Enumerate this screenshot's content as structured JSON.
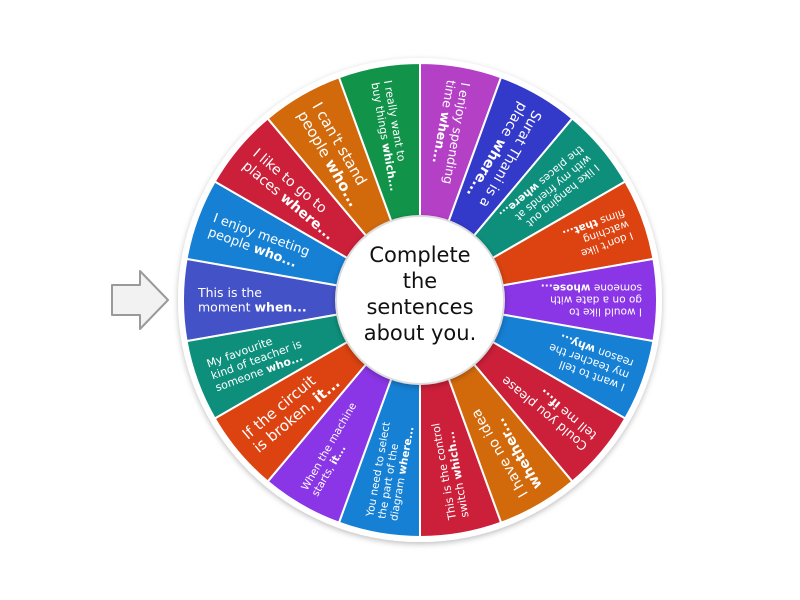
{
  "title": "Complete the sentences about you.",
  "center_lines": [
    "Complete",
    "the",
    "sentences",
    "about you."
  ],
  "pointer": {
    "icon": "arrow-right-icon"
  },
  "segments": [
    {
      "lines": [
        "This is the",
        "moment when..."
      ],
      "bold": "when...",
      "color": "#4452c8",
      "size": 12.5
    },
    {
      "lines": [
        "I enjoy meeting",
        "people who..."
      ],
      "bold": "who...",
      "color": "#1680d4",
      "size": 13
    },
    {
      "lines": [
        "I like to go to",
        "places where..."
      ],
      "bold": "where...",
      "color": "#cc1f3a",
      "size": 14
    },
    {
      "lines": [
        "I can't stand",
        "people who..."
      ],
      "bold": "who...",
      "color": "#d26a0c",
      "size": 15
    },
    {
      "lines": [
        "I really want to",
        "buy things which..."
      ],
      "bold": "which...",
      "color": "#11934a",
      "size": 11
    },
    {
      "lines": [
        "I enjoy spending",
        "time when..."
      ],
      "bold": "when...",
      "color": "#b440c6",
      "size": 12.5
    },
    {
      "lines": [
        "Surat Thani is a",
        "place where..."
      ],
      "bold": "where...",
      "color": "#3339c9",
      "size": 14
    },
    {
      "lines": [
        "I like hanging out",
        "with my friends at",
        "the places where..."
      ],
      "bold": "where...",
      "color": "#0e8f7c",
      "size": 10.5
    },
    {
      "lines": [
        "I don't like",
        "watching",
        "films that..."
      ],
      "bold": "that...",
      "color": "#dc4310",
      "size": 10.5
    },
    {
      "lines": [
        "I would like to",
        "go on a date with",
        "someone whose..."
      ],
      "bold": "whose...",
      "color": "#8a35e6",
      "size": 10.5
    },
    {
      "lines": [
        "I want to tell",
        "my teacher the",
        "reason why..."
      ],
      "bold": "why...",
      "color": "#1680d4",
      "size": 11
    },
    {
      "lines": [
        "Could you please",
        "tell me if..."
      ],
      "bold": "if...",
      "color": "#cc1f3a",
      "size": 12.5
    },
    {
      "lines": [
        "I have no idea",
        "whether..."
      ],
      "bold": "whether...",
      "color": "#d26a0c",
      "size": 14
    },
    {
      "lines": [
        "This is the control",
        "switch which..."
      ],
      "bold": "which...",
      "color": "#cc1f3a",
      "size": 11
    },
    {
      "lines": [
        "You need to select",
        "the part of the",
        "diagram where..."
      ],
      "bold": "where...",
      "color": "#1680d4",
      "size": 10.5
    },
    {
      "lines": [
        "When the machine",
        "starts, it..."
      ],
      "bold": "it...",
      "color": "#8a35e6",
      "size": 10.5
    },
    {
      "lines": [
        "If the circuit",
        "is broken, it..."
      ],
      "bold": "it...",
      "color": "#dc4310",
      "size": 15
    },
    {
      "lines": [
        "My favourite",
        "kind of teacher is",
        "someone who..."
      ],
      "bold": "who...",
      "color": "#0e8f7c",
      "size": 11
    }
  ]
}
